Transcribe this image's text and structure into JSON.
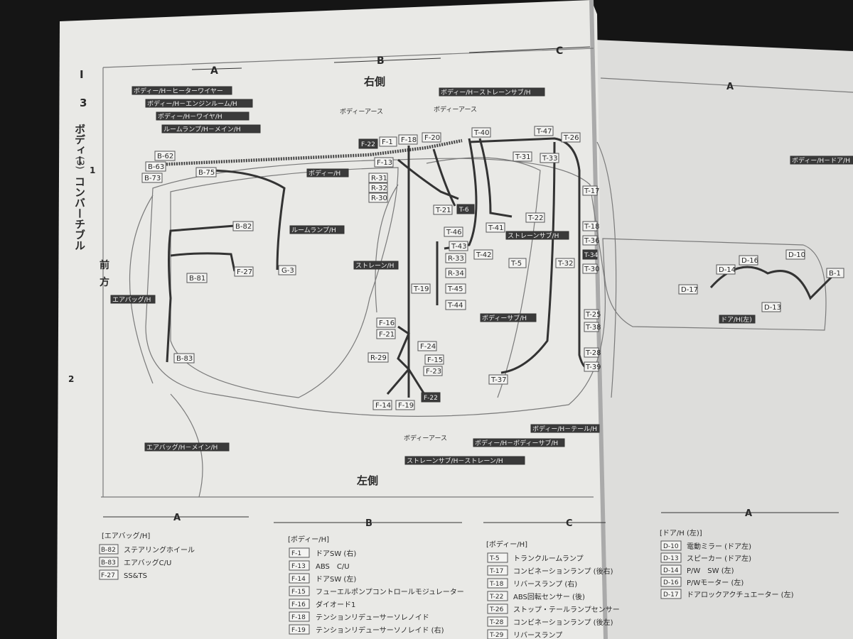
{
  "section": {
    "num_i": "I",
    "num_3": "3",
    "title": "ボディー",
    "sub": "(3)",
    "title2": "コンバーチブル"
  },
  "grid": {
    "a": "A",
    "b": "B",
    "c": "C",
    "row1": "1",
    "row2": "2",
    "right_a": "A"
  },
  "orientation": {
    "top": "右側",
    "bottom": "左側",
    "front1": "前",
    "front2": "方"
  },
  "ground_labels": {
    "g1": "ボディーアース",
    "g2": "ボディーアース",
    "g3": "ボディーアース"
  },
  "harness_tags": {
    "h1": "ボディー/H－ヒーターワイヤー",
    "h2": "ボディー/H－エンジンルーム/H",
    "h3": "ボディー/H－ワイヤ/H",
    "h4": "ルームランプ/H－メイン/H",
    "h5": "ボディー/H－ストレーンサブ/H",
    "h6": "ボディー/H",
    "h7": "ルームランプ/H",
    "h8": "エアバッグ/H",
    "h9": "ストレーン/H",
    "h10": "ストレーンサブ/H",
    "h11": "ボディーサブ/H",
    "h12": "ボディー/H－テール/H",
    "h13": "ボディー/H－ボディーサブ/H",
    "h14": "ストレーンサブ/H－ストレーン/H",
    "h15": "エアバッグ/H－メイン/H",
    "h16": "ドア/H(左)",
    "h17": "ボディー/H－ドア/H"
  },
  "connectors": {
    "b62": "B-62",
    "b63": "B-63",
    "b73": "B-73",
    "b75": "B-75",
    "b82": "B-82",
    "b81": "B-81",
    "b83": "B-83",
    "f27": "F-27",
    "g3": "G-3",
    "f22a": "F-22",
    "f1": "F-1",
    "f18": "F-18",
    "f20": "F-20",
    "f13": "F-13",
    "r31": "R-31",
    "r32": "R-32",
    "r30": "R-30",
    "r33": "R-33",
    "r34": "R-34",
    "r29": "R-29",
    "t40": "T-40",
    "t47": "T-47",
    "t26": "T-26",
    "t31": "T-31",
    "t33": "T-33",
    "t21": "T-21",
    "t6": "T-6",
    "t22": "T-22",
    "t46": "T-46",
    "t41": "T-41",
    "t43": "T-43",
    "t42": "T-42",
    "t5": "T-5",
    "t45": "T-45",
    "t44": "T-44",
    "t19": "T-19",
    "t32": "T-32",
    "t37": "T-37",
    "t17": "T-17",
    "t18": "T-18",
    "t36": "T-36",
    "t34": "T-34",
    "t30": "T-30",
    "t25": "T-25",
    "t38": "T-38",
    "t28": "T-28",
    "t39": "T-39",
    "f16": "F-16",
    "f21": "F-21",
    "f24": "F-24",
    "f15": "F-15",
    "f23": "F-23",
    "f14": "F-14",
    "f19": "F-19",
    "f22b": "F-22",
    "d10": "D-10",
    "d16": "D-16",
    "d14": "D-14",
    "d17": "D-17",
    "d13": "D-13",
    "b1": "B-1"
  },
  "legend_a": {
    "header": "A",
    "group": "[エアバッグ/H]",
    "items": [
      {
        "code": "B-82",
        "name": "ステアリングホイール"
      },
      {
        "code": "B-83",
        "name": "エアバッグC/U"
      },
      {
        "code": "F-27",
        "name": "SS&TS"
      }
    ]
  },
  "legend_b": {
    "header": "B",
    "group": "[ボディー/H]",
    "items": [
      {
        "code": "F-1",
        "name": "ドアSW (右)"
      },
      {
        "code": "F-13",
        "name": "ABS　C/U"
      },
      {
        "code": "F-14",
        "name": "ドアSW (左)"
      },
      {
        "code": "F-15",
        "name": "フューエルポンプコントロールモジュレーター"
      },
      {
        "code": "F-16",
        "name": "ダイオード1"
      },
      {
        "code": "F-18",
        "name": "テンションリデューサーソレノイド"
      },
      {
        "code": "F-19",
        "name": "テンションリデューサーソノレイド (右)"
      }
    ]
  },
  "legend_c": {
    "header": "C",
    "group": "[ボディー/H]",
    "items": [
      {
        "code": "T-5",
        "name": "トランクルームランプ"
      },
      {
        "code": "T-17",
        "name": "コンビネーションランプ (後右)"
      },
      {
        "code": "T-18",
        "name": "リバースランプ (右)"
      },
      {
        "code": "T-22",
        "name": "ABS回転センサー (後)"
      },
      {
        "code": "T-26",
        "name": "ストップ・テールランプセンサー"
      },
      {
        "code": "T-28",
        "name": "コンビネーションランプ (後左)"
      },
      {
        "code": "T-29",
        "name": "リバースランプ"
      }
    ]
  },
  "legend_d": {
    "header": "A",
    "group": "[ドア/H (左)]",
    "items": [
      {
        "code": "D-10",
        "name": "電動ミラー (ドア左)"
      },
      {
        "code": "D-13",
        "name": "スピーカー (ドア左)"
      },
      {
        "code": "D-14",
        "name": "P/W　SW (左)"
      },
      {
        "code": "D-16",
        "name": "P/Wモーター (左)"
      },
      {
        "code": "D-17",
        "name": "ドアロックアクチュエーター (左)"
      }
    ]
  }
}
